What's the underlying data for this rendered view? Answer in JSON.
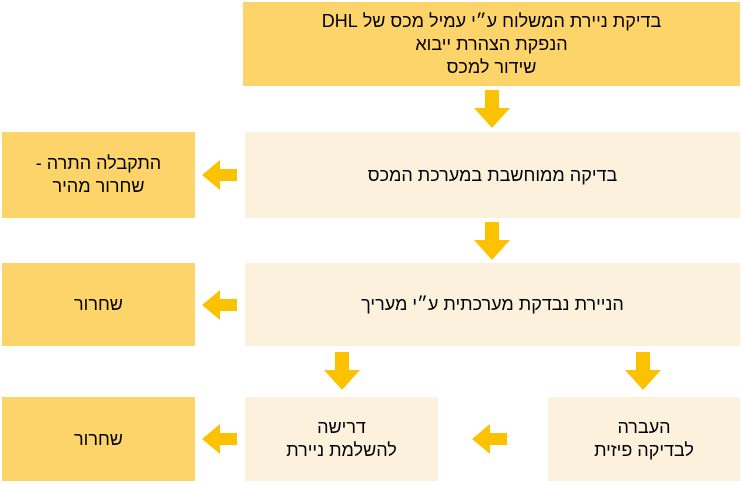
{
  "colors": {
    "background": "#FFFFFF",
    "box_yellow": "#FDD469",
    "box_cream": "#FCF1DC",
    "arrow_gold": "#FCC200",
    "text": "#000000"
  },
  "flowchart": {
    "language": "he",
    "direction": "rtl",
    "nodes": {
      "shipment_check": {
        "lines": [
          "בדיקת ניירת המשלוח ע״י עמיל מכס של DHL",
          "הנפקת הצהרת ייבוא",
          "שידור למכס"
        ]
      },
      "computerized_check": {
        "label": "בדיקה ממוחשבת במערכת המכס"
      },
      "permit_received": {
        "lines": [
          "התקבלה התרה -",
          "שחרור מהיר"
        ]
      },
      "appraiser_check": {
        "label": "הניירת נבדקת מערכתית ע״י מעריך"
      },
      "release_after_check": {
        "label": "שחרור"
      },
      "physical_inspection": {
        "lines": [
          "העברה",
          "לבדיקה פיזית"
        ]
      },
      "paperwork_request": {
        "lines": [
          "דרישה",
          "להשלמת ניירת"
        ]
      },
      "release_final": {
        "label": "שחרור"
      }
    }
  }
}
